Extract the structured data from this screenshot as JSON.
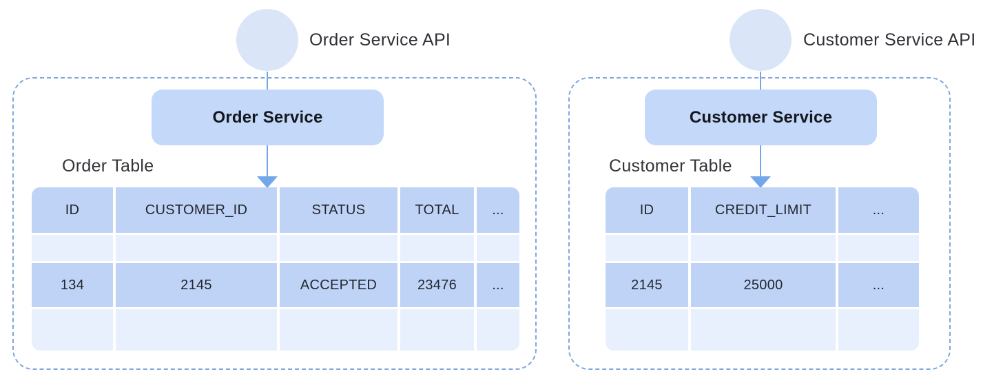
{
  "panels": [
    {
      "api_label": "Order Service API",
      "service_label": "Order Service",
      "table_label": "Order Table",
      "table": {
        "columns": [
          "ID",
          "CUSTOMER_ID",
          "STATUS",
          "TOTAL",
          "..."
        ],
        "rows": [
          [
            "",
            "",
            "",
            "",
            ""
          ],
          [
            "134",
            "2145",
            "ACCEPTED",
            "23476",
            "..."
          ],
          [
            "",
            "",
            "",
            "",
            ""
          ]
        ]
      }
    },
    {
      "api_label": "Customer Service API",
      "service_label": "Customer Service",
      "table_label": "Customer Table",
      "table": {
        "columns": [
          "ID",
          "CREDIT_LIMIT",
          "..."
        ],
        "rows": [
          [
            "",
            "",
            ""
          ],
          [
            "2145",
            "25000",
            "..."
          ],
          [
            "",
            "",
            ""
          ]
        ]
      }
    }
  ],
  "colors": {
    "circle": "#dbe5f8",
    "service_box": "#c4d8fa",
    "table_cell": "#bfd3f7",
    "table_cell_light": "#e9f0fd",
    "connector": "#72a7e8",
    "dashed_border": "#7fa7dc"
  }
}
